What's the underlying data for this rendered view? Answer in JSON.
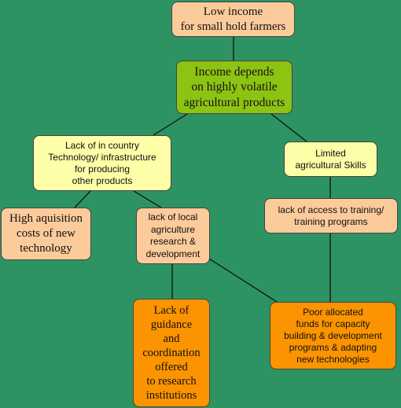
{
  "colors": {
    "background": "#2e9363",
    "peach": "#fccb9b",
    "green": "#8dc313",
    "yellow": "#fefea8",
    "orange": "#fb9400"
  },
  "nodes": {
    "low_income": "Low income\nfor small hold farmers",
    "income_depends": "Income depends\non highly volatile\nagricultural products",
    "lack_technology": "Lack of in country\nTechnology/ infrastructure\nfor producing\nother products",
    "limited_skills": "Limited\nagricultural Skills",
    "high_acquisition": "High aquisition\ncosts of new\ntechnology",
    "lack_research": "lack of local\nagriculture\nresearch &\ndevelopment",
    "lack_training": "lack of access to training/\ntraining programs",
    "lack_guidance": "Lack of\nguidance\nand\ncoordination\noffered\nto research\ninstitutions",
    "poor_funds": "Poor allocated\nfunds for capacity\nbuilding & development\nprograms & adapting\nnew technologies"
  }
}
